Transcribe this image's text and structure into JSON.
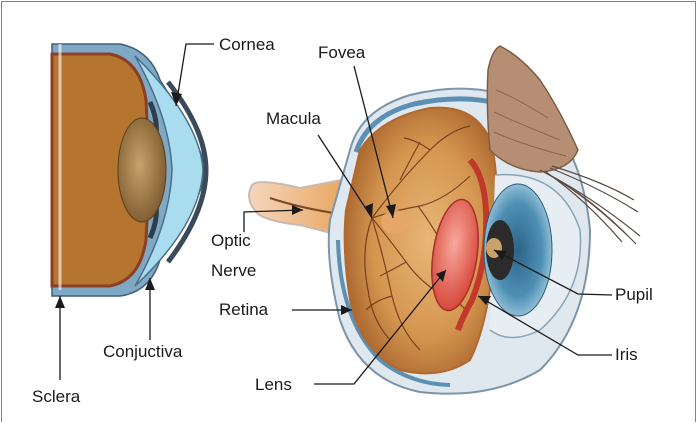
{
  "labels": {
    "cornea": "Cornea",
    "fovea": "Fovea",
    "macula": "Macula",
    "optic": "Optic",
    "nerve": "Nerve",
    "retina": "Retina",
    "lens": "Lens",
    "pupil": "Pupil",
    "iris": "Iris",
    "conjuctiva": "Conjuctiva",
    "sclera": "Sclera"
  },
  "colors": {
    "frame": "#4a8fd1",
    "vitreous": "#c47a2e",
    "sclera": "#dfe8ef",
    "cornea": "#9fd6ea",
    "lens": "#e8604e",
    "iris": "#3f7ea3",
    "muscle": "#b58e73"
  }
}
